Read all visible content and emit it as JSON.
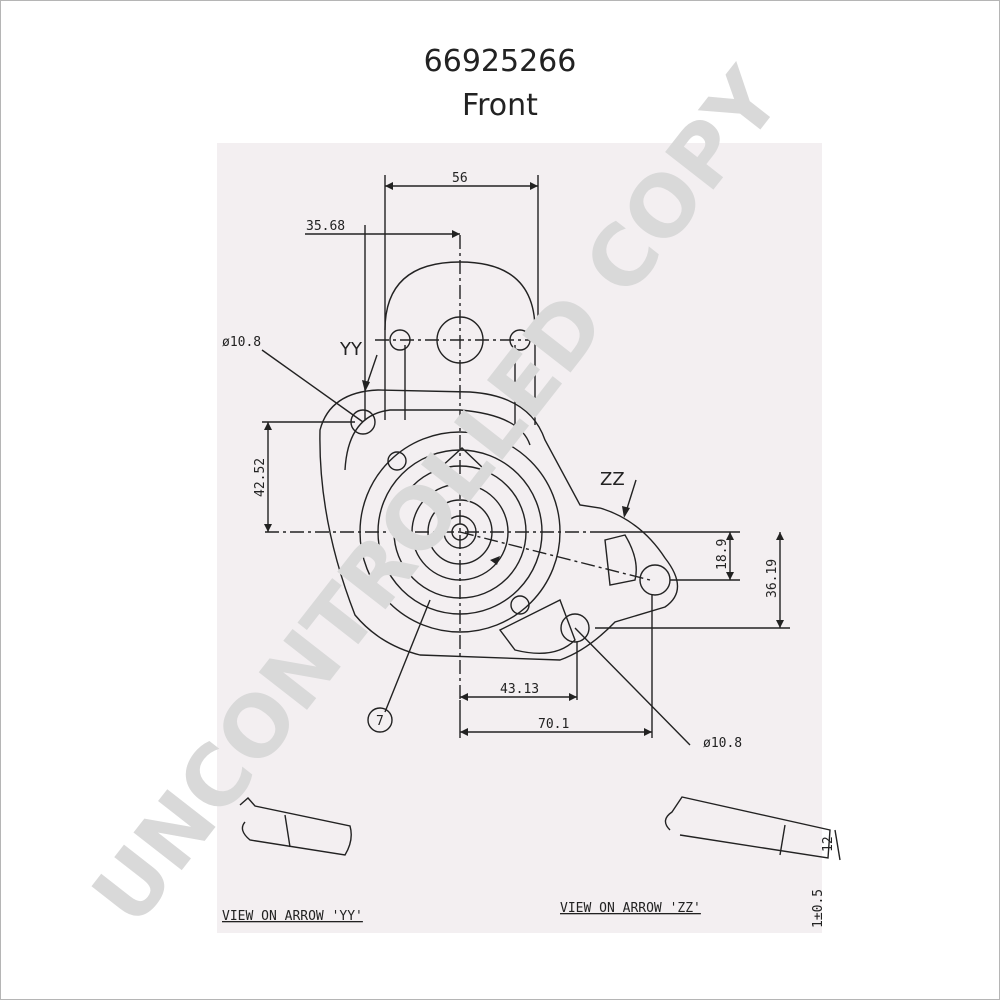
{
  "header": {
    "part_number": "66925266",
    "view_name": "Front"
  },
  "dimensions": {
    "width_top": "56",
    "offset_top": "35.68",
    "hole_left": "ø10.8",
    "hole_right": "ø10.8",
    "height_left": "42.52",
    "height_small": "18.9",
    "height_right": "36.19",
    "width_mid": "43.13",
    "width_bottom": "70.1",
    "tab_thickness": "12",
    "tab_tolerance": "1±0.5"
  },
  "labels": {
    "arrow_yy": "YY",
    "arrow_zz": "ZZ",
    "balloon": "7",
    "view_yy": "VIEW ON ARROW 'YY'",
    "view_zz": "VIEW ON ARROW 'ZZ'"
  },
  "watermark": "UNCONTROLLED COPY",
  "colors": {
    "sheet": "#f3eff1",
    "ink": "#222222",
    "watermark": "#d9d9d9"
  }
}
